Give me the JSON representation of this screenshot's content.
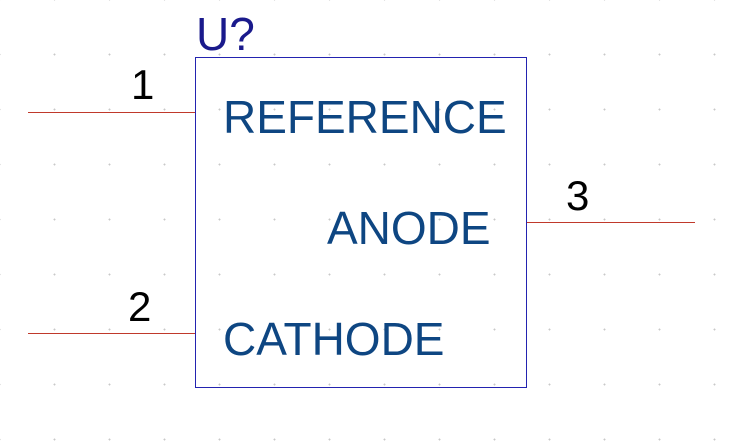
{
  "component": {
    "designator": "U?",
    "body_border_color": "#2323b0",
    "pin_color": "#c0392b",
    "pin_name_color": "#0e4682",
    "designator_color": "#1a1a8c"
  },
  "pins": [
    {
      "number": "1",
      "name": "REFERENCE",
      "side": "left"
    },
    {
      "number": "2",
      "name": "CATHODE",
      "side": "left"
    },
    {
      "number": "3",
      "name": "ANODE",
      "side": "right"
    }
  ]
}
